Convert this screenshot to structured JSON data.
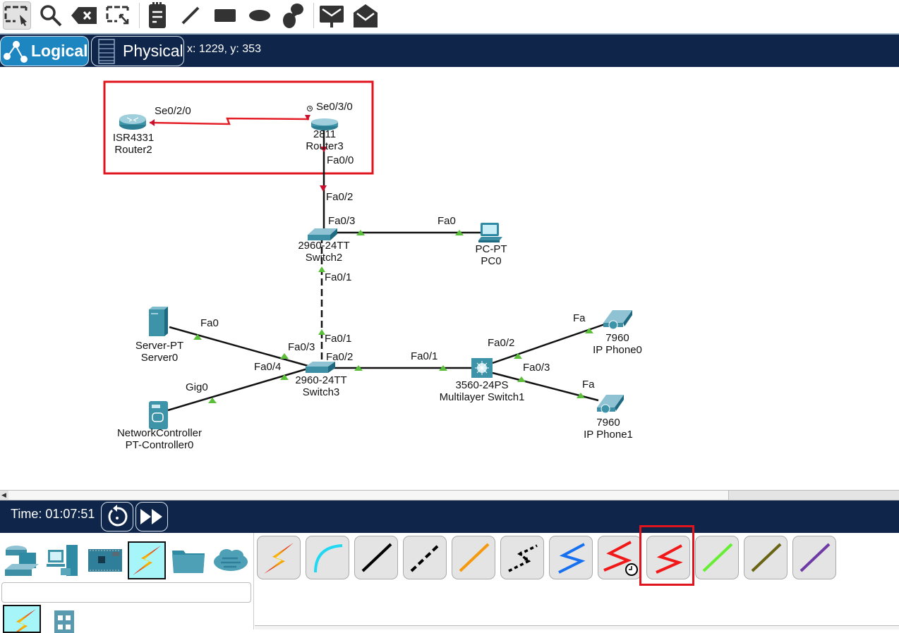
{
  "toolbar": {
    "tools": [
      {
        "name": "select-tool",
        "icon": "marquee-select-icon",
        "active": true
      },
      {
        "name": "inspect-tool",
        "icon": "magnifier-icon"
      },
      {
        "name": "delete-tool",
        "icon": "delete-icon"
      },
      {
        "name": "resize-shape-tool",
        "icon": "resize-icon"
      },
      {
        "name": "place-note-tool",
        "icon": "note-icon"
      },
      {
        "name": "draw-line-tool",
        "icon": "line-icon"
      },
      {
        "name": "draw-rectangle-tool",
        "icon": "rectangle-icon"
      },
      {
        "name": "draw-ellipse-tool",
        "icon": "ellipse-icon"
      },
      {
        "name": "draw-freeform-tool",
        "icon": "freeform-icon"
      },
      {
        "name": "add-simple-pdu-tool",
        "icon": "closed-envelope-icon"
      },
      {
        "name": "add-complex-pdu-tool",
        "icon": "open-envelope-icon"
      }
    ]
  },
  "nav": {
    "logical_label": "Logical",
    "physical_label": "Physical",
    "coords": "x: 1229, y: 353"
  },
  "topology": {
    "devices": {
      "router2": {
        "model": "ISR4331",
        "name": "Router2"
      },
      "router3": {
        "model": "2811",
        "name": "Router3"
      },
      "switch2": {
        "model": "2960-24TT",
        "name": "Switch2"
      },
      "pc0": {
        "model": "PC-PT",
        "name": "PC0"
      },
      "server0": {
        "model": "Server-PT",
        "name": "Server0"
      },
      "controller0": {
        "model": "NetworkController",
        "name": "PT-Controller0"
      },
      "switch3": {
        "model": "2960-24TT",
        "name": "Switch3"
      },
      "mls1": {
        "model": "3560-24PS",
        "name": "Multilayer Switch1"
      },
      "phone0": {
        "model": "7960",
        "name": "IP Phone0"
      },
      "phone1": {
        "model": "7960",
        "name": "IP Phone1"
      }
    },
    "ports": {
      "r2_se": "Se0/2/0",
      "r3_se": "Se0/3/0",
      "r3_fa": "Fa0/0",
      "sw2_fa02": "Fa0/2",
      "sw2_fa03": "Fa0/3",
      "pc0_fa": "Fa0",
      "sw2_fa01": "Fa0/1",
      "server_fa": "Fa0",
      "sw3_fa03": "Fa0/3",
      "sw3_fa01": "Fa0/1",
      "sw3_fa02": "Fa0/2",
      "sw3_fa04": "Fa0/4",
      "ctrl_gig": "Gig0",
      "mls_fa01": "Fa0/1",
      "mls_fa02": "Fa0/2",
      "mls_fa03": "Fa0/3",
      "phone0_fa": "Fa",
      "phone1_fa": "Fa"
    }
  },
  "status_bar": {
    "time": "Time: 01:07:51"
  },
  "device_categories": [
    "network-devices",
    "end-devices",
    "components",
    "connections",
    "miscellaneous",
    "multiuser-connection"
  ],
  "device_search": {
    "value": "",
    "placeholder": ""
  },
  "connection_types": [
    {
      "name": "automatic-connection",
      "color": "#f28a00"
    },
    {
      "name": "console-cable",
      "color": "#21d8f2"
    },
    {
      "name": "copper-straight-through",
      "color": "#000000"
    },
    {
      "name": "copper-cross-over",
      "color": "#000000"
    },
    {
      "name": "fiber",
      "color": "#f59a10"
    },
    {
      "name": "phone",
      "color": "#000000"
    },
    {
      "name": "coaxial",
      "color": "#1670f0"
    },
    {
      "name": "serial-dce",
      "color": "#f01818"
    },
    {
      "name": "serial-dte",
      "color": "#f01818",
      "highlighted": true
    },
    {
      "name": "octal",
      "color": "#66ee33"
    },
    {
      "name": "iot-custom-cable",
      "color": "#6a6415"
    },
    {
      "name": "usb-cable",
      "color": "#6e3aa6"
    }
  ]
}
